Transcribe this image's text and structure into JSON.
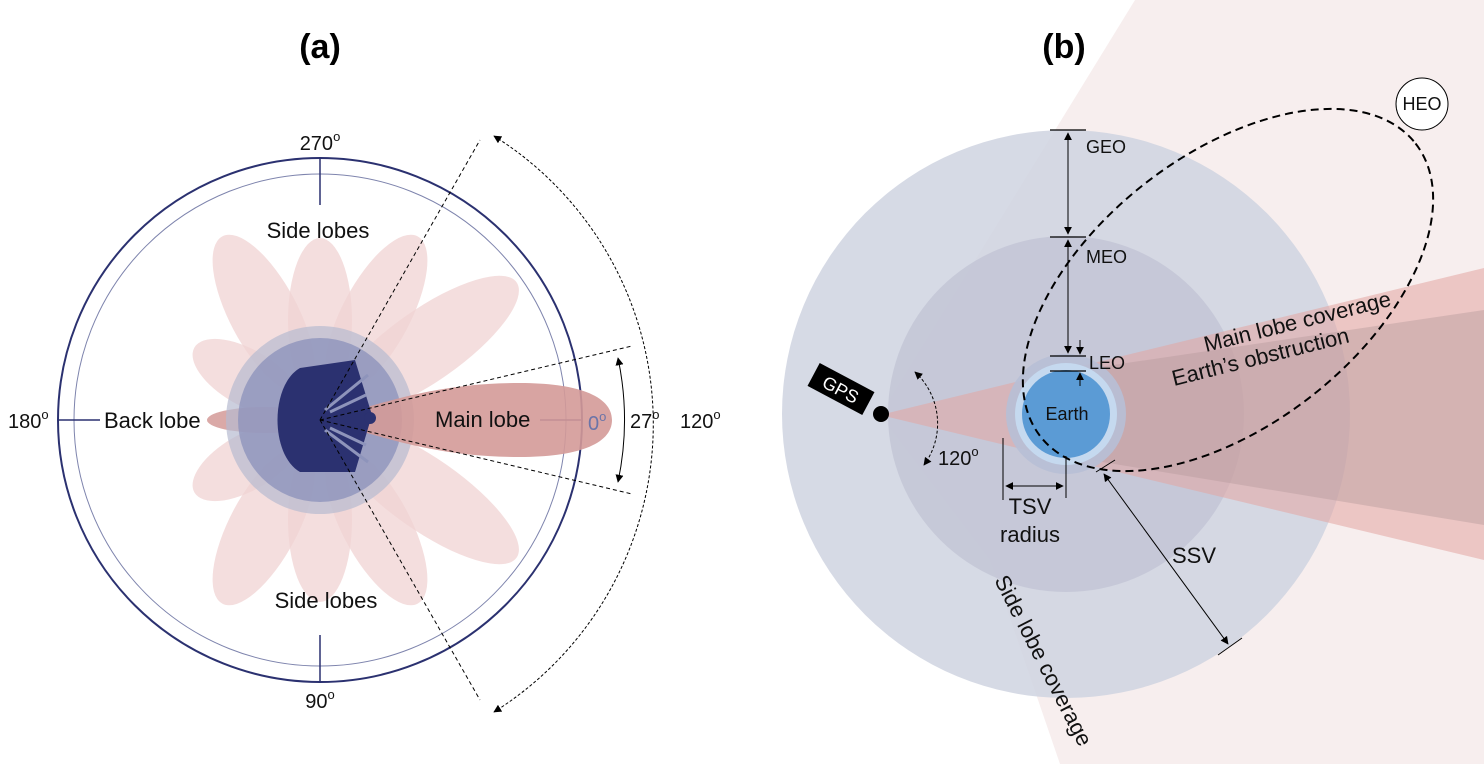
{
  "panels": {
    "a": {
      "title": "(a)",
      "angle_270": "270",
      "angle_180": "180",
      "angle_90": "90",
      "angle_0": "0",
      "degree_sup": "o",
      "side_lobes_top": "Side lobes",
      "side_lobes_bottom": "Side lobes",
      "back_lobe": "Back lobe",
      "main_lobe": "Main lobe",
      "beam_27": "27",
      "beam_120": "120"
    },
    "b": {
      "title": "(b)",
      "geo": "GEO",
      "meo": "MEO",
      "leo": "LEO",
      "heo": "HEO",
      "earth": "Earth",
      "gps": "GPS",
      "angle_120": "120",
      "degree_sup": "o",
      "tsv_line1": "TSV",
      "tsv_line2": "radius",
      "ssv": "SSV",
      "main_lobe_coverage": "Main lobe coverage",
      "earth_obstruction": "Earth’s obstruction",
      "side_lobe_coverage": "Side lobe coverage"
    }
  },
  "colors": {
    "navy": "#2b3170",
    "main_lobe": "#d49a98",
    "side_lobe": "#f0d3d3",
    "earth_blue": "#5b9bd5",
    "orbit_region": "#cfd3e0"
  }
}
